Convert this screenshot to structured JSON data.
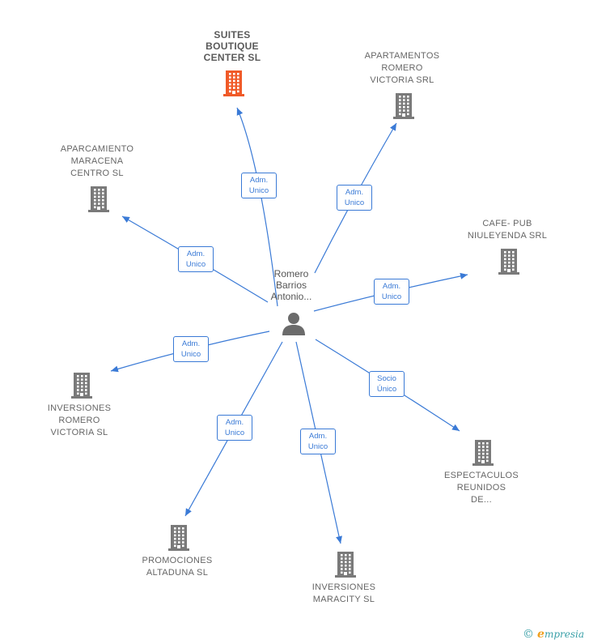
{
  "colors": {
    "edge": "#3a7ad6",
    "building": "#7a7a7a",
    "building_highlight": "#f05a28",
    "person": "#6b6b6b"
  },
  "center": {
    "name": "Romero\nBarrios\nAntonio...",
    "icon": "person-icon"
  },
  "companies": [
    {
      "id": "suites",
      "name": "SUITES\nBOUTIQUE\nCENTER  SL",
      "highlight": true,
      "icon": "building-icon"
    },
    {
      "id": "apartamentos",
      "name": "APARTAMENTOS\nROMERO\nVICTORIA SRL",
      "highlight": false,
      "icon": "building-icon"
    },
    {
      "id": "aparcamiento",
      "name": "APARCAMIENTO\nMARACENA\nCENTRO SL",
      "highlight": false,
      "icon": "building-icon"
    },
    {
      "id": "cafe",
      "name": "CAFE- PUB\nNIULEYENDA SRL",
      "highlight": false,
      "icon": "building-icon"
    },
    {
      "id": "inversiones-rv",
      "name": "INVERSIONES\nROMERO\nVICTORIA SL",
      "highlight": false,
      "icon": "building-icon"
    },
    {
      "id": "espectaculos",
      "name": "ESPECTACULOS\nREUNIDOS\nDE...",
      "highlight": false,
      "icon": "building-icon"
    },
    {
      "id": "promociones",
      "name": "PROMOCIONES\nALTADUNA SL",
      "highlight": false,
      "icon": "building-icon"
    },
    {
      "id": "inversiones-mc",
      "name": "INVERSIONES\nMARACITY SL",
      "highlight": false,
      "icon": "building-icon"
    }
  ],
  "edges": [
    {
      "to": "suites",
      "label": "Adm.\nUnico"
    },
    {
      "to": "apartamentos",
      "label": "Adm.\nUnico"
    },
    {
      "to": "aparcamiento",
      "label": "Adm.\nUnico"
    },
    {
      "to": "cafe",
      "label": "Adm.\nUnico"
    },
    {
      "to": "inversiones-rv",
      "label": "Adm.\nUnico"
    },
    {
      "to": "espectaculos",
      "label": "Socio\nÚnico"
    },
    {
      "to": "promociones",
      "label": "Adm.\nUnico"
    },
    {
      "to": "inversiones-mc",
      "label": "Adm.\nUnico"
    }
  ],
  "brand": {
    "copyright": "©",
    "name_first": "e",
    "name_rest": "mpresia"
  }
}
